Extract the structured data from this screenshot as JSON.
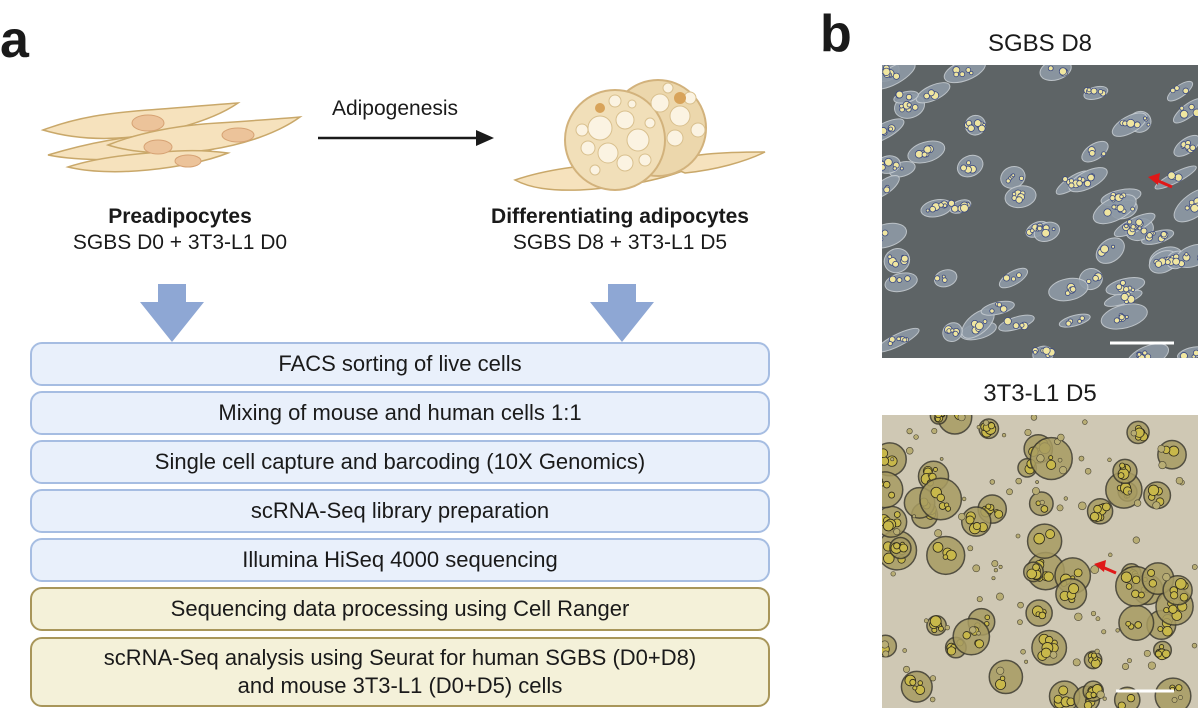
{
  "panel_a": {
    "letter": "a",
    "arrow_label": "Adipogenesis",
    "pre": {
      "title": "Preadipocytes",
      "subtitle": "SGBS D0 + 3T3-L1 D0"
    },
    "diff": {
      "title": "Differentiating adipocytes",
      "subtitle": "SGBS D8 + 3T3-L1 D5"
    },
    "steps": [
      {
        "text": "FACS sorting of live cells",
        "kind": "blue"
      },
      {
        "text": "Mixing of mouse and human cells 1:1",
        "kind": "blue"
      },
      {
        "text": "Single cell capture and barcoding (10X Genomics)",
        "kind": "blue"
      },
      {
        "text": "scRNA-Seq library preparation",
        "kind": "blue"
      },
      {
        "text": "Illumina HiSeq 4000 sequencing",
        "kind": "blue"
      },
      {
        "text": "Sequencing data processing using Cell Ranger",
        "kind": "tan"
      },
      {
        "text": "scRNA-Seq analysis using Seurat for human SGBS (D0+D8) and mouse 3T3-L1 (D0+D5) cells",
        "kind": "tan"
      }
    ]
  },
  "panel_b": {
    "letter": "b",
    "top_title": "SGBS D8",
    "bottom_title": "3T3-L1  D5"
  },
  "colors": {
    "step_blue_fill": "#e9f0fb",
    "step_blue_border": "#a6bde2",
    "step_tan_fill": "#f4f1d9",
    "step_tan_border": "#a8965a",
    "down_arrow": "#8ea7d4",
    "marker_arrow": "#e01818"
  }
}
